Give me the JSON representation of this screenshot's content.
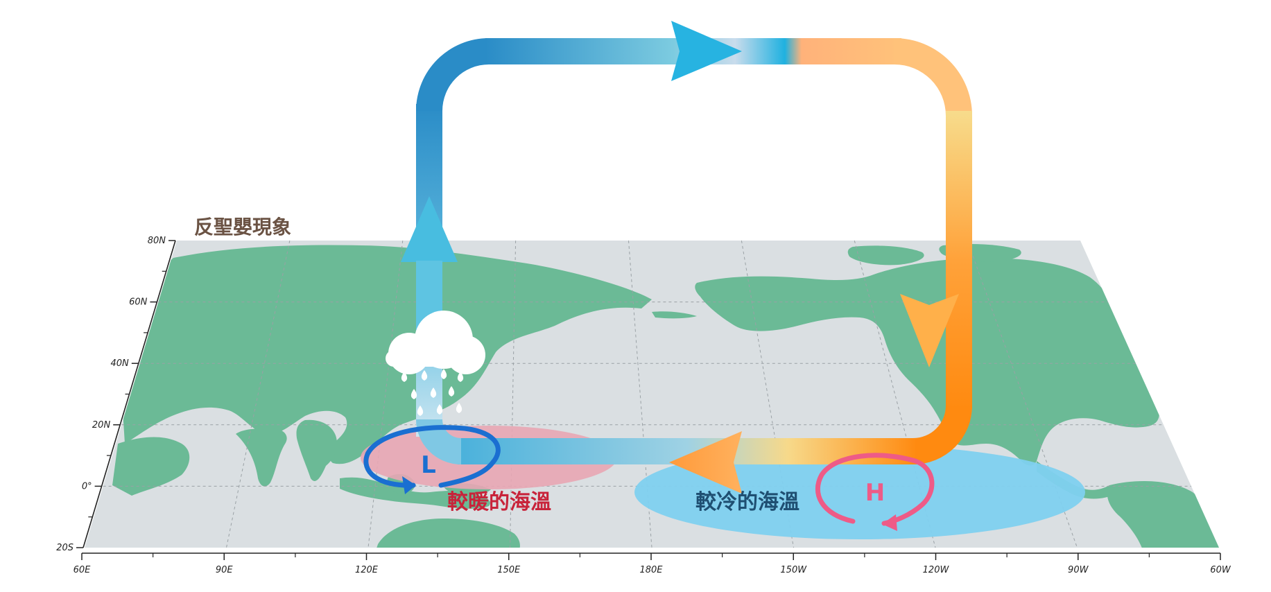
{
  "title": "反聖嬰現象",
  "map": {
    "ocean_color": "#dadfe2",
    "land_color": "#6bba96",
    "grid_color": "#9aa1a5"
  },
  "axes": {
    "lat_labels": [
      "80N",
      "60N",
      "40N",
      "20N",
      "0°",
      "20S"
    ],
    "lon_labels": [
      "60E",
      "90E",
      "120E",
      "150E",
      "180E",
      "150W",
      "120W",
      "90W",
      "60W"
    ]
  },
  "zones": {
    "warm": {
      "label": "較暖的海溫",
      "color": "#c8233a",
      "fill": "#e8a6b4"
    },
    "cold": {
      "label": "較冷的海溫",
      "color": "#1f4f72",
      "fill": "#7fd0ef"
    }
  },
  "pressure": {
    "low": {
      "label": "L",
      "color": "#1a6fd1"
    },
    "high": {
      "label": "H",
      "color": "#ee5b87"
    }
  },
  "circulation": {
    "rising_colors": [
      "#2a8cc7",
      "#5ec4e2"
    ],
    "upper_colors": [
      "#2a8cc7",
      "#c3d7e8",
      "#ffb27a"
    ],
    "sinking_colors": [
      "#ffb27a",
      "#f7dc8c",
      "#ff8a1a"
    ],
    "surface_colors": [
      "#ff8a1a",
      "#f5d98a",
      "#6fc0df",
      "#4ab1db"
    ]
  }
}
